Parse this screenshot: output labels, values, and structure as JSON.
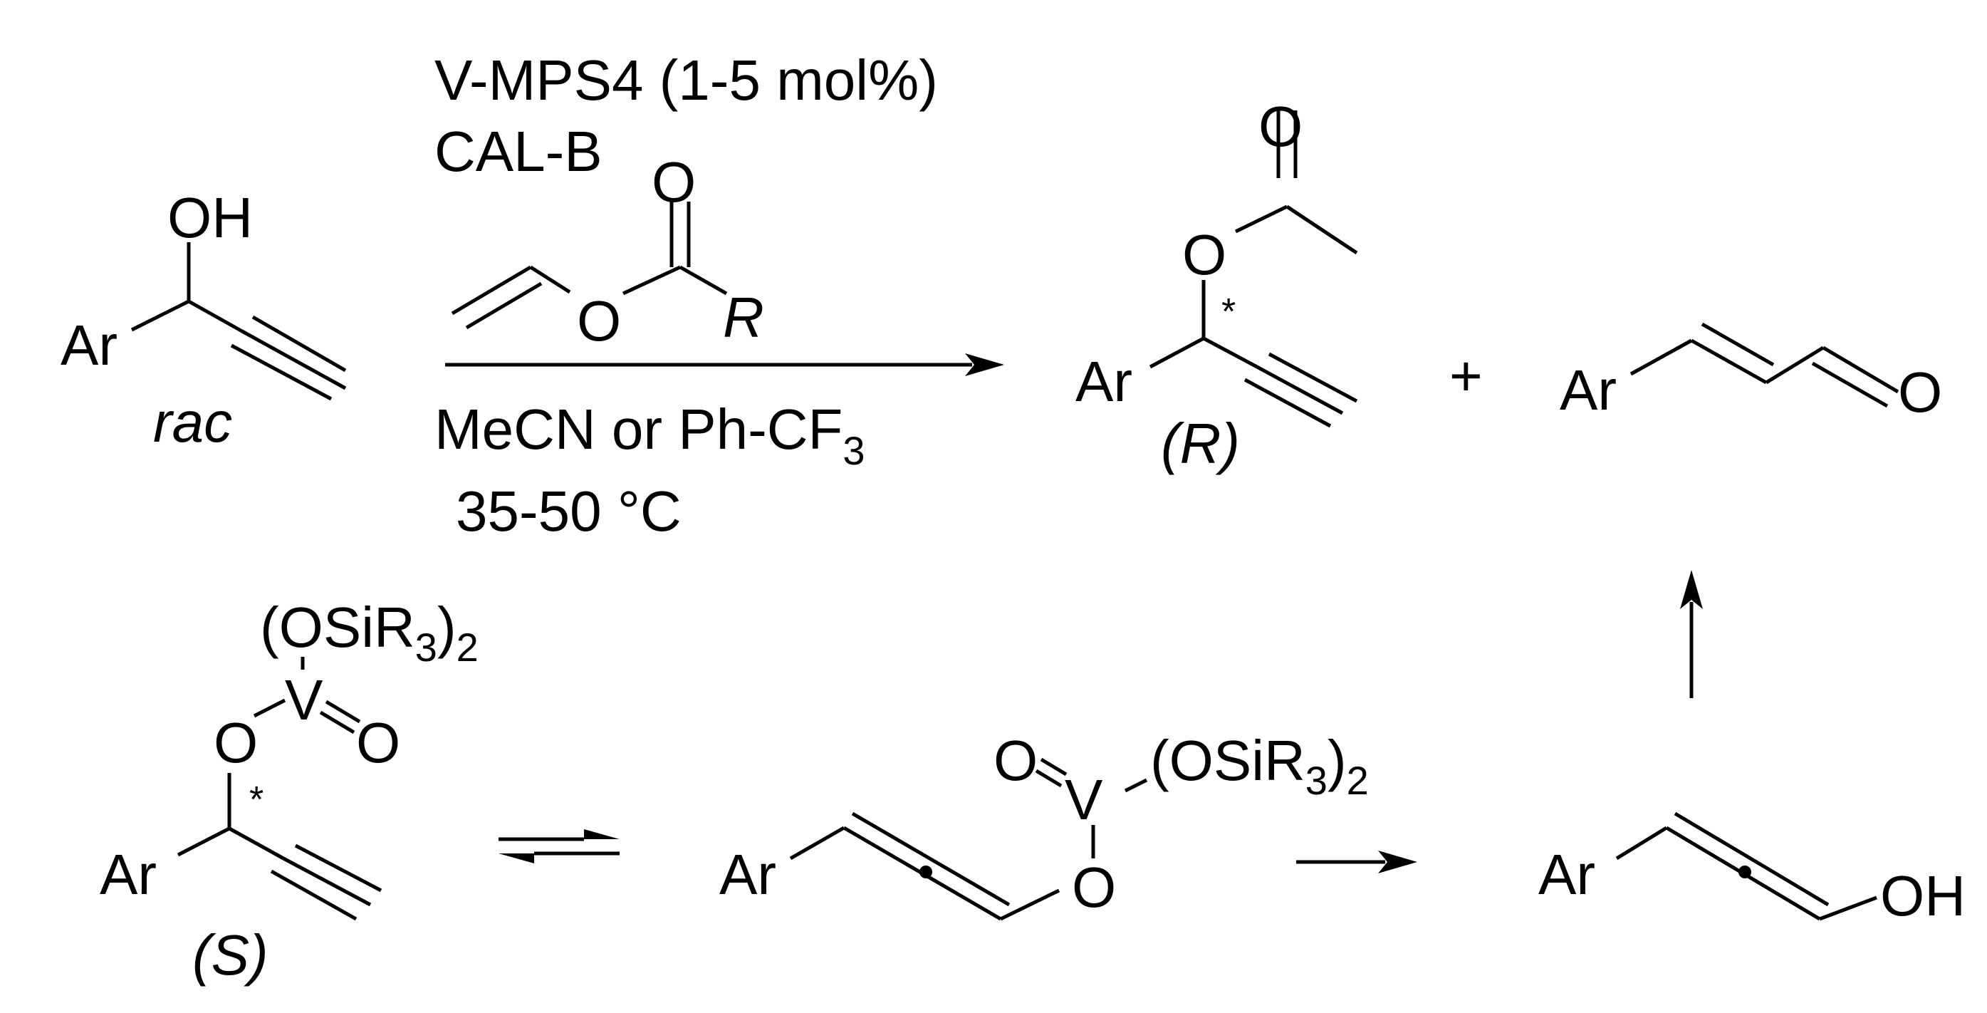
{
  "reagents": {
    "catalyst": "V-MPS4 (1-5 mol%)",
    "enzyme": "CAL-B",
    "ester_o": "O",
    "ester_o2": "O",
    "ester_r": "R",
    "solvent_main": "MeCN or Ph-CF",
    "solvent_sub": "3",
    "temperature": "35-50 °C"
  },
  "start": {
    "oh": "OH",
    "ar": "Ar",
    "label": "rac"
  },
  "product_r": {
    "carbonyl_o": "O",
    "ester_o": "O",
    "star": "*",
    "ar": "Ar",
    "label": "(R)"
  },
  "plus": "+",
  "aldehyde": {
    "ar": "Ar",
    "o": "O"
  },
  "vanadate_s": {
    "ligand": "(OSiR",
    "ligand_sub": "3",
    "ligand_close": ")",
    "ligand_sub2": "2",
    "v": "V",
    "o_ester": "O",
    "o_oxo": "O",
    "star": "*",
    "ar": "Ar",
    "label": "(S)"
  },
  "allenyl_vanadate": {
    "o_oxo": "O",
    "v": "V",
    "ligand": "(OSiR",
    "ligand_sub": "3",
    "ligand_close": ")",
    "ligand_sub2": "2",
    "ar": "Ar",
    "o": "O"
  },
  "allenol": {
    "ar": "Ar",
    "oh": "OH"
  }
}
